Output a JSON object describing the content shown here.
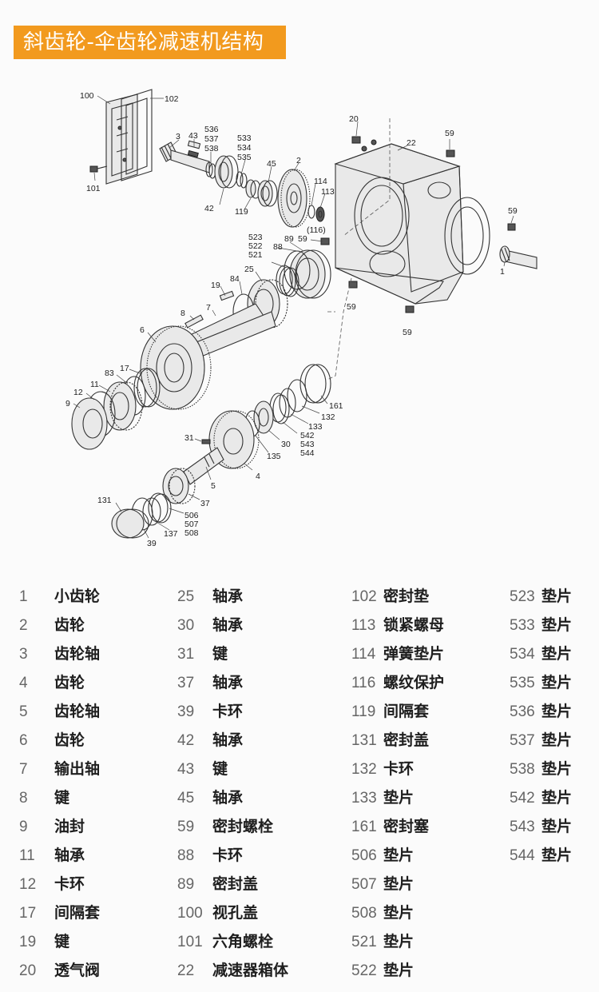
{
  "title": "斜齿轮-伞齿轮减速机结构",
  "diagram_labels": {
    "p100": "100",
    "p102": "102",
    "p3": "3",
    "p43": "43",
    "p536": "536",
    "p537": "537",
    "p538": "538",
    "p533": "533",
    "p534": "534",
    "p535": "535",
    "p45": "45",
    "p2": "2",
    "p101": "101",
    "p42": "42",
    "p119": "119",
    "p114": "114",
    "p113": "113",
    "p116": "(116)",
    "p20": "20",
    "p22": "22",
    "p59a": "59",
    "p59b": "59",
    "p59c": "59",
    "p59d": "59",
    "p59e": "59",
    "p1": "1",
    "p523": "523",
    "p522": "522",
    "p521": "521",
    "p88": "88",
    "p89": "89",
    "p25": "25",
    "p84": "84",
    "p19": "19",
    "p8": "8",
    "p7": "7",
    "p6": "6",
    "p83": "83",
    "p17": "17",
    "p11": "11",
    "p12": "12",
    "p9": "9",
    "p161": "161",
    "p132": "132",
    "p133": "133",
    "p542": "542",
    "p543": "543",
    "p544": "544",
    "p31": "31",
    "p30": "30",
    "p135": "135",
    "p4": "4",
    "p5": "5",
    "p37": "37",
    "p131": "131",
    "p506": "506",
    "p507": "507",
    "p508": "508",
    "p137": "137",
    "p39": "39"
  },
  "legend": [
    {
      "num": "1",
      "name": "小齿轮"
    },
    {
      "num": "2",
      "name": "齿轮"
    },
    {
      "num": "3",
      "name": "齿轮轴"
    },
    {
      "num": "4",
      "name": "齿轮"
    },
    {
      "num": "5",
      "name": "齿轮轴"
    },
    {
      "num": "6",
      "name": "齿轮"
    },
    {
      "num": "7",
      "name": "输出轴"
    },
    {
      "num": "8",
      "name": "键"
    },
    {
      "num": "9",
      "name": "油封"
    },
    {
      "num": "11",
      "name": "轴承"
    },
    {
      "num": "12",
      "name": "卡环"
    },
    {
      "num": "17",
      "name": "间隔套"
    },
    {
      "num": "19",
      "name": "键"
    },
    {
      "num": "20",
      "name": "透气阀"
    },
    {
      "num": "25",
      "name": "轴承"
    },
    {
      "num": "30",
      "name": "轴承"
    },
    {
      "num": "31",
      "name": "键"
    },
    {
      "num": "37",
      "name": "轴承"
    },
    {
      "num": "39",
      "name": "卡环"
    },
    {
      "num": "42",
      "name": "轴承"
    },
    {
      "num": "43",
      "name": "键"
    },
    {
      "num": "45",
      "name": "轴承"
    },
    {
      "num": "59",
      "name": "密封螺栓"
    },
    {
      "num": "88",
      "name": "卡环"
    },
    {
      "num": "89",
      "name": "密封盖"
    },
    {
      "num": "100",
      "name": "视孔盖"
    },
    {
      "num": "101",
      "name": "六角螺栓"
    },
    {
      "num": "22",
      "name": "减速器箱体"
    },
    {
      "num": "102",
      "name": "密封垫"
    },
    {
      "num": "113",
      "name": "锁紧螺母"
    },
    {
      "num": "114",
      "name": "弹簧垫片"
    },
    {
      "num": "116",
      "name": "螺纹保护"
    },
    {
      "num": "119",
      "name": "间隔套"
    },
    {
      "num": "131",
      "name": "密封盖"
    },
    {
      "num": "132",
      "name": "卡环"
    },
    {
      "num": "133",
      "name": "垫片"
    },
    {
      "num": "161",
      "name": "密封塞"
    },
    {
      "num": "506",
      "name": "垫片"
    },
    {
      "num": "507",
      "name": "垫片"
    },
    {
      "num": "508",
      "name": "垫片"
    },
    {
      "num": "521",
      "name": "垫片"
    },
    {
      "num": "522",
      "name": "垫片"
    },
    {
      "num": "523",
      "name": "垫片"
    },
    {
      "num": "533",
      "name": "垫片"
    },
    {
      "num": "534",
      "name": "垫片"
    },
    {
      "num": "535",
      "name": "垫片"
    },
    {
      "num": "536",
      "name": "垫片"
    },
    {
      "num": "537",
      "name": "垫片"
    },
    {
      "num": "538",
      "name": "垫片"
    },
    {
      "num": "542",
      "name": "垫片"
    },
    {
      "num": "543",
      "name": "垫片"
    },
    {
      "num": "544",
      "name": "垫片"
    }
  ]
}
